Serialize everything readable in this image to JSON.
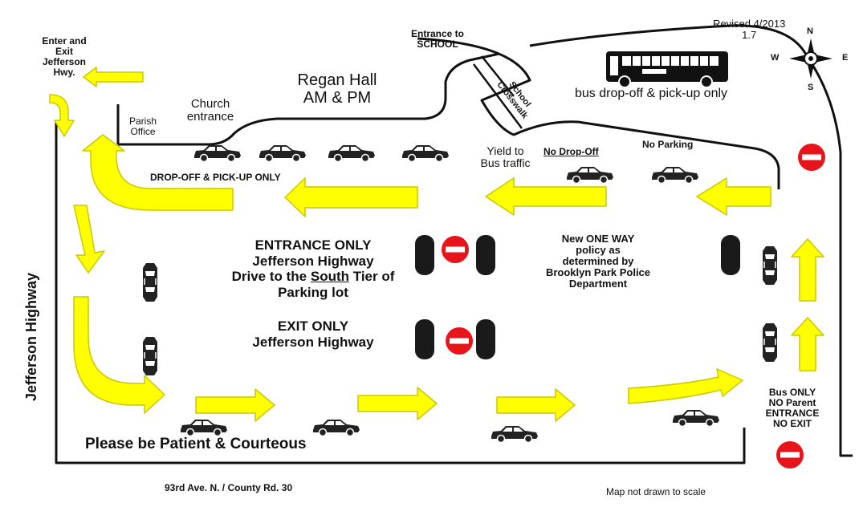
{
  "map": {
    "revised": "Revised 4/2013",
    "version": "1.7",
    "compass": {
      "n": "N",
      "s": "S",
      "e": "E",
      "w": "W"
    },
    "enter_exit": [
      "Enter and",
      "Exit",
      "Jefferson",
      "Hwy."
    ],
    "entrance_school": [
      "Entrance to",
      "SCHOOL"
    ],
    "regan_hall": [
      "Regan Hall",
      "AM & PM"
    ],
    "church_entrance": [
      "Church",
      "entrance"
    ],
    "parish_office": [
      "Parish",
      "Office"
    ],
    "school_crosswalk": [
      "School",
      "Crosswalk"
    ],
    "bus_label": "bus drop-off & pick-up only",
    "yield": [
      "Yield to",
      "Bus traffic"
    ],
    "no_dropoff": "No Drop-Off",
    "no_parking": "No Parking",
    "dropoff_pickup": "DROP-OFF & PICK-UP ONLY",
    "entrance_only": [
      "ENTRANCE ONLY",
      "Jefferson Highway",
      "Drive to the ",
      "South",
      " Tier of",
      "Parking lot"
    ],
    "exit_only": [
      "EXIT ONLY",
      "Jefferson Highway"
    ],
    "one_way": [
      "New ONE WAY",
      "policy as",
      "determined by",
      "Brooklyn Park Police",
      "Department"
    ],
    "jefferson_highway": "Jefferson Highway",
    "bus_only": [
      "Bus ONLY",
      "NO Parent",
      "ENTRANCE",
      "NO EXIT"
    ],
    "patient": "Please be Patient & Courteous",
    "county_road": "93rd Ave. N. / County Rd. 30",
    "not_to_scale": "Map not drawn to scale",
    "colors": {
      "arrow": "#ffff00",
      "arrow_outline": "#c9c900",
      "no_entry": "#e8141b",
      "line": "#111111"
    }
  }
}
